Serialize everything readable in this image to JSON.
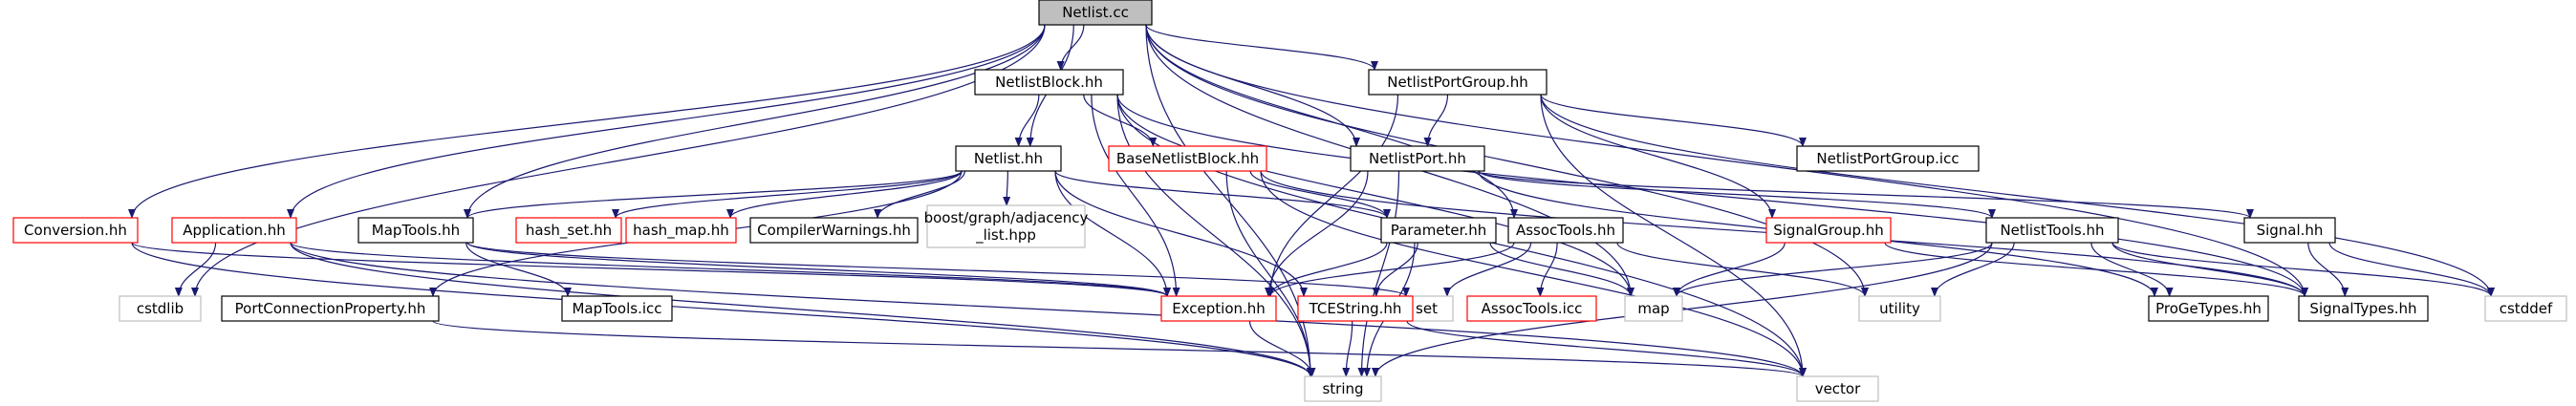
{
  "colors": {
    "edge": "#191970",
    "root_fill": "#bfbfbf",
    "root_border": "#000000",
    "documented_border": "#000000",
    "undocumented_border": "#ff0000",
    "external_border": "#bfbfbf",
    "node_fill": "#ffffff"
  },
  "nodes": [
    {
      "id": "netlist_cc",
      "label": "Netlist.cc",
      "kind": "root"
    },
    {
      "id": "netlistblock_hh",
      "label": "NetlistBlock.hh",
      "kind": "documented"
    },
    {
      "id": "netlistportgroup_hh",
      "label": "NetlistPortGroup.hh",
      "kind": "documented"
    },
    {
      "id": "netlist_hh",
      "label": "Netlist.hh",
      "kind": "documented"
    },
    {
      "id": "basenetlistblock_hh",
      "label": "BaseNetlistBlock.hh",
      "kind": "undocumented"
    },
    {
      "id": "netlistport_hh",
      "label": "NetlistPort.hh",
      "kind": "documented"
    },
    {
      "id": "netlistportgroup_icc",
      "label": "NetlistPortGroup.icc",
      "kind": "documented"
    },
    {
      "id": "conversion_hh",
      "label": "Conversion.hh",
      "kind": "undocumented"
    },
    {
      "id": "application_hh",
      "label": "Application.hh",
      "kind": "undocumented"
    },
    {
      "id": "maptools_hh",
      "label": "MapTools.hh",
      "kind": "documented"
    },
    {
      "id": "hash_set_hh",
      "label": "hash_set.hh",
      "kind": "undocumented"
    },
    {
      "id": "hash_map_hh",
      "label": "hash_map.hh",
      "kind": "undocumented"
    },
    {
      "id": "compilerwarnings_hh",
      "label": "CompilerWarnings.hh",
      "kind": "documented"
    },
    {
      "id": "boost_graph",
      "label": "boost/graph/adjacency",
      "label2": "_list.hpp",
      "kind": "external"
    },
    {
      "id": "parameter_hh",
      "label": "Parameter.hh",
      "kind": "documented"
    },
    {
      "id": "assoctools_hh",
      "label": "AssocTools.hh",
      "kind": "documented"
    },
    {
      "id": "signalgroup_hh",
      "label": "SignalGroup.hh",
      "kind": "undocumented"
    },
    {
      "id": "netlisttools_hh",
      "label": "NetlistTools.hh",
      "kind": "documented"
    },
    {
      "id": "signal_hh",
      "label": "Signal.hh",
      "kind": "documented"
    },
    {
      "id": "cstdlib",
      "label": "cstdlib",
      "kind": "external"
    },
    {
      "id": "portconnectionproperty_hh",
      "label": "PortConnectionProperty.hh",
      "kind": "documented"
    },
    {
      "id": "maptools_icc",
      "label": "MapTools.icc",
      "kind": "documented"
    },
    {
      "id": "exception_hh",
      "label": "Exception.hh",
      "kind": "undocumented"
    },
    {
      "id": "set",
      "label": "set",
      "kind": "external"
    },
    {
      "id": "tcestring_hh",
      "label": "TCEString.hh",
      "kind": "undocumented"
    },
    {
      "id": "assoctools_icc",
      "label": "AssocTools.icc",
      "kind": "undocumented"
    },
    {
      "id": "map",
      "label": "map",
      "kind": "external"
    },
    {
      "id": "utility",
      "label": "utility",
      "kind": "external"
    },
    {
      "id": "progetypes_hh",
      "label": "ProGeTypes.hh",
      "kind": "documented"
    },
    {
      "id": "signaltypes_hh",
      "label": "SignalTypes.hh",
      "kind": "documented"
    },
    {
      "id": "cstddef",
      "label": "cstddef",
      "kind": "external"
    },
    {
      "id": "string",
      "label": "string",
      "kind": "external"
    },
    {
      "id": "vector",
      "label": "vector",
      "kind": "external"
    }
  ],
  "edges": [
    [
      "netlist_cc",
      "netlistblock_hh"
    ],
    [
      "netlist_cc",
      "netlistportgroup_hh"
    ],
    [
      "netlist_cc",
      "netlist_hh"
    ],
    [
      "netlist_cc",
      "netlistport_hh"
    ],
    [
      "netlist_cc",
      "conversion_hh"
    ],
    [
      "netlist_cc",
      "application_hh"
    ],
    [
      "netlist_cc",
      "maptools_hh"
    ],
    [
      "netlist_cc",
      "assoctools_hh"
    ],
    [
      "netlist_cc",
      "cstdlib"
    ],
    [
      "netlist_cc",
      "string"
    ],
    [
      "netlist_cc",
      "map"
    ],
    [
      "netlist_cc",
      "utility"
    ],
    [
      "netlist_cc",
      "signaltypes_hh"
    ],
    [
      "netlistblock_hh",
      "netlist_hh"
    ],
    [
      "netlistblock_hh",
      "basenetlistblock_hh"
    ],
    [
      "netlistblock_hh",
      "exception_hh"
    ],
    [
      "netlistblock_hh",
      "map"
    ],
    [
      "netlistblock_hh",
      "string"
    ],
    [
      "netlistblock_hh",
      "signaltypes_hh"
    ],
    [
      "netlistblock_hh",
      "vector"
    ],
    [
      "netlistportgroup_hh",
      "netlistport_hh"
    ],
    [
      "netlistportgroup_hh",
      "netlistportgroup_icc"
    ],
    [
      "netlistportgroup_hh",
      "signalgroup_hh"
    ],
    [
      "netlistportgroup_hh",
      "exception_hh"
    ],
    [
      "netlistportgroup_hh",
      "cstddef"
    ],
    [
      "netlistportgroup_hh",
      "vector"
    ],
    [
      "netlist_hh",
      "maptools_hh"
    ],
    [
      "netlist_hh",
      "hash_set_hh"
    ],
    [
      "netlist_hh",
      "hash_map_hh"
    ],
    [
      "netlist_hh",
      "compilerwarnings_hh"
    ],
    [
      "netlist_hh",
      "boost_graph"
    ],
    [
      "netlist_hh",
      "parameter_hh"
    ],
    [
      "netlist_hh",
      "exception_hh"
    ],
    [
      "netlist_hh",
      "tcestring_hh"
    ],
    [
      "netlist_hh",
      "portconnectionproperty_hh"
    ],
    [
      "basenetlistblock_hh",
      "parameter_hh"
    ],
    [
      "basenetlistblock_hh",
      "string"
    ],
    [
      "basenetlistblock_hh",
      "vector"
    ],
    [
      "basenetlistblock_hh",
      "signaltypes_hh"
    ],
    [
      "netlistport_hh",
      "netlisttools_hh"
    ],
    [
      "netlistport_hh",
      "signal_hh"
    ],
    [
      "netlistport_hh",
      "exception_hh"
    ],
    [
      "netlistport_hh",
      "string"
    ],
    [
      "netlistport_hh",
      "progetypes_hh"
    ],
    [
      "conversion_hh",
      "exception_hh"
    ],
    [
      "conversion_hh",
      "string"
    ],
    [
      "application_hh",
      "exception_hh"
    ],
    [
      "application_hh",
      "cstdlib"
    ],
    [
      "application_hh",
      "string"
    ],
    [
      "application_hh",
      "vector"
    ],
    [
      "maptools_hh",
      "maptools_icc"
    ],
    [
      "maptools_hh",
      "exception_hh"
    ],
    [
      "maptools_hh",
      "set"
    ],
    [
      "parameter_hh",
      "exception_hh"
    ],
    [
      "parameter_hh",
      "tcestring_hh"
    ],
    [
      "parameter_hh",
      "string"
    ],
    [
      "parameter_hh",
      "map"
    ],
    [
      "assoctools_hh",
      "assoctools_icc"
    ],
    [
      "assoctools_hh",
      "set"
    ],
    [
      "assoctools_hh",
      "utility"
    ],
    [
      "assoctools_hh",
      "exception_hh"
    ],
    [
      "signalgroup_hh",
      "signaltypes_hh"
    ],
    [
      "signalgroup_hh",
      "map"
    ],
    [
      "netlisttools_hh",
      "progetypes_hh"
    ],
    [
      "netlisttools_hh",
      "signaltypes_hh"
    ],
    [
      "netlisttools_hh",
      "map"
    ],
    [
      "netlisttools_hh",
      "utility"
    ],
    [
      "netlisttools_hh",
      "string"
    ],
    [
      "netlisttools_hh",
      "cstddef"
    ],
    [
      "signal_hh",
      "signaltypes_hh"
    ],
    [
      "signal_hh",
      "cstddef"
    ],
    [
      "portconnectionproperty_hh",
      "vector"
    ],
    [
      "exception_hh",
      "string"
    ],
    [
      "tcestring_hh",
      "string"
    ],
    [
      "tcestring_hh",
      "vector"
    ]
  ]
}
